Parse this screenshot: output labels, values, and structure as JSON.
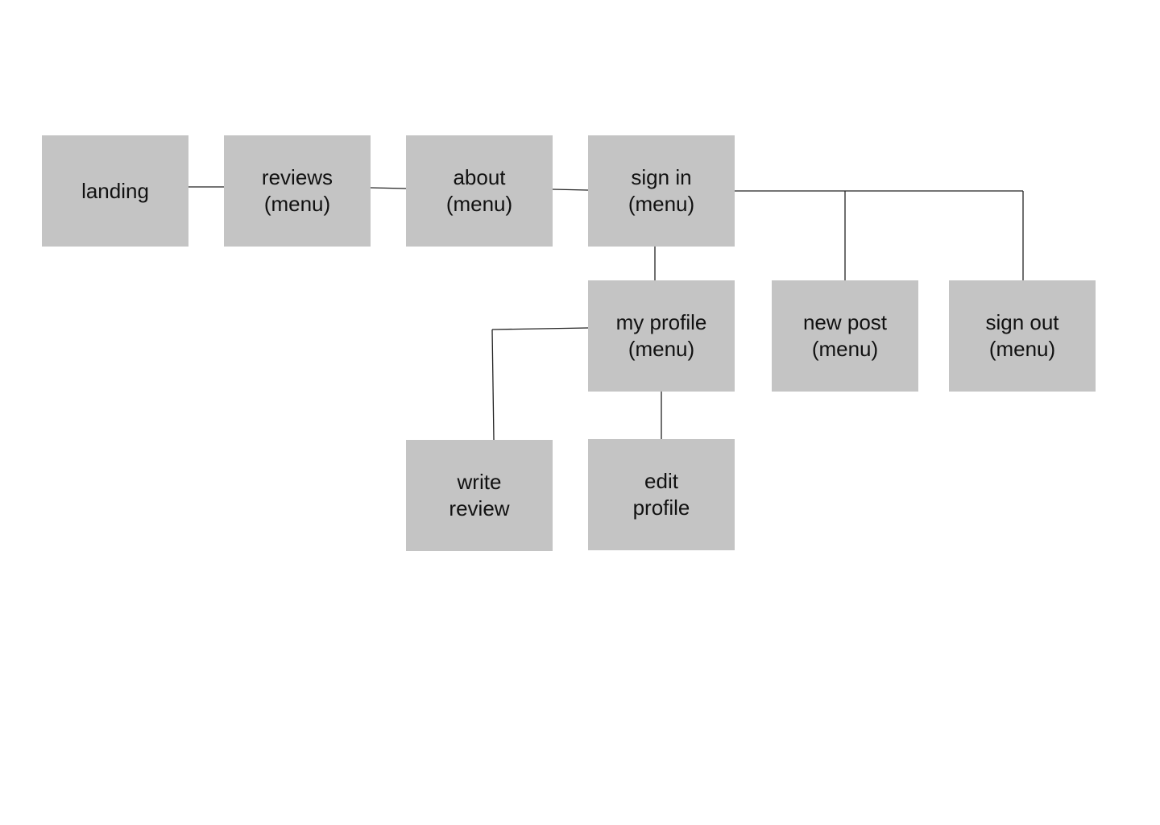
{
  "diagram": {
    "nodes": [
      {
        "id": "landing",
        "label": "landing"
      },
      {
        "id": "reviews",
        "label": "reviews\n(menu)"
      },
      {
        "id": "about",
        "label": "about\n(menu)"
      },
      {
        "id": "sign_in",
        "label": "sign in\n(menu)"
      },
      {
        "id": "my_profile",
        "label": "my profile\n(menu)"
      },
      {
        "id": "new_post",
        "label": "new post\n(menu)"
      },
      {
        "id": "sign_out",
        "label": "sign out\n(menu)"
      },
      {
        "id": "write_review",
        "label": "write\nreview"
      },
      {
        "id": "edit_profile",
        "label": "edit\nprofile"
      }
    ],
    "edges": [
      {
        "from": "landing",
        "to": "reviews"
      },
      {
        "from": "reviews",
        "to": "about"
      },
      {
        "from": "about",
        "to": "sign_in"
      },
      {
        "from": "sign_in",
        "to": "my_profile"
      },
      {
        "from": "sign_in",
        "to": "new_post"
      },
      {
        "from": "sign_in",
        "to": "sign_out"
      },
      {
        "from": "my_profile",
        "to": "write_review"
      },
      {
        "from": "my_profile",
        "to": "edit_profile"
      }
    ],
    "colors": {
      "node_fill": "#c4c4c4",
      "line": "#222222",
      "text": "#111111"
    }
  }
}
